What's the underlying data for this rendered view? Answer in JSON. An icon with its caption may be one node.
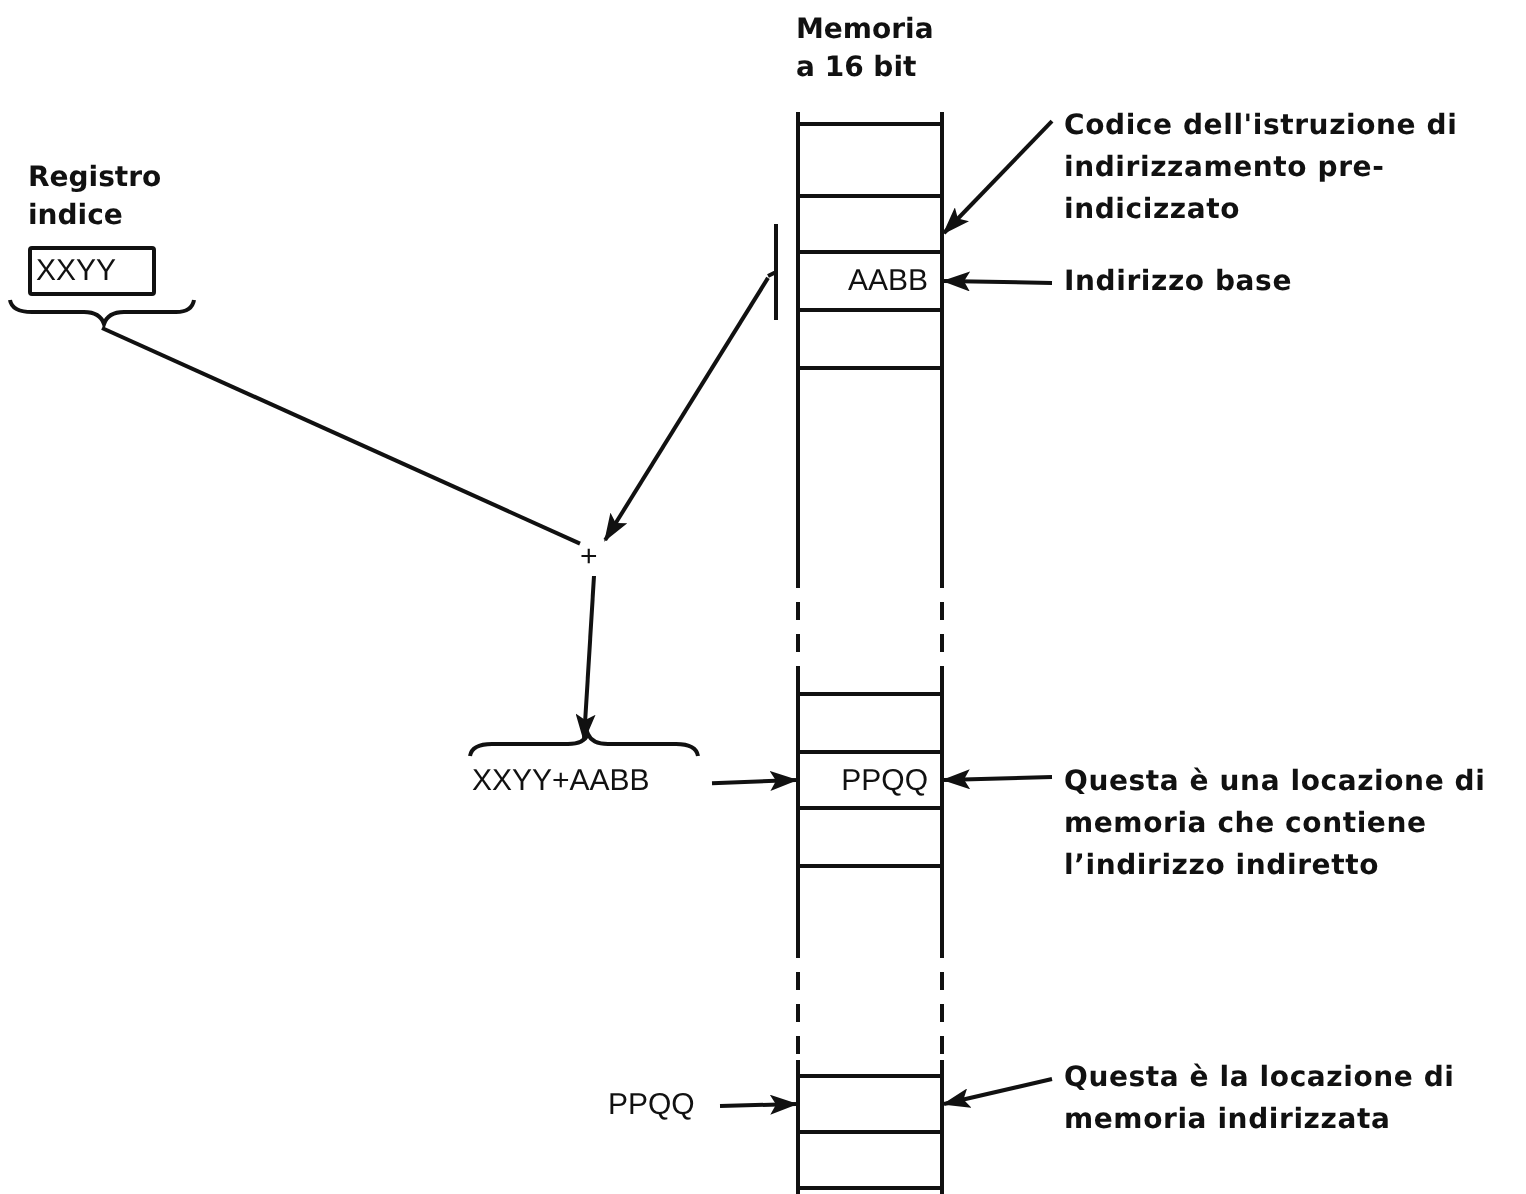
{
  "diagram": {
    "nodes": [
      {
        "text": [
          "Memoria a 16 bit"
        ]
      },
      {
        "text": [],
        "shape": "box",
        "in": 0
      },
      {
        "text": [],
        "shape": "box",
        "in": 0
      },
      {
        "text": [
          "AABB"
        ],
        "in": 0
      },
      {
        "text": [],
        "shape": "box",
        "in": 0
      },
      {
        "text": [],
        "shape": "box",
        "in": 0
      },
      {
        "text": [
          "PPQQ"
        ],
        "in": 0
      },
      {
        "text": [],
        "shape": "box",
        "in": 0
      },
      {
        "text": [],
        "shape": "box",
        "in": 0
      },
      {
        "text": [],
        "shape": "box",
        "in": 0
      },
      {
        "text": [
          "Codice dell'istruzione di indirizzamento pre-indicizzato"
        ]
      },
      {
        "text": [
          "Indirizzo base"
        ]
      },
      {
        "text": [
          "Questa è una locazione di memoria che contiene l’indirizzo indiretto"
        ]
      },
      {
        "text": [
          "Questa è la locazione di memoria indirizzata"
        ]
      },
      {
        "text": [
          "Registro indice",
          "XXYY"
        ]
      },
      {
        "text": [
          "+"
        ]
      },
      {
        "text": [
          "XXYY+AABB"
        ]
      },
      {
        "text": [
          "PPQQ"
        ]
      }
    ],
    "edges": [
      {
        "from": 10,
        "to": 2,
        "arrow": "to"
      },
      {
        "from": 11,
        "to": 3,
        "arrow": "to"
      },
      {
        "from": 12,
        "to": 6,
        "arrow": "to"
      },
      {
        "from": 13,
        "to": 8,
        "arrow": "to"
      },
      {
        "from": 3,
        "to": 15,
        "arrow": "to"
      },
      {
        "from": 14,
        "to": 15,
        "arrow": "none"
      },
      {
        "from": 15,
        "to": 16,
        "arrow": "to"
      },
      {
        "from": 16,
        "to": 6,
        "arrow": "to"
      },
      {
        "from": 17,
        "to": 8,
        "arrow": "to"
      }
    ]
  }
}
